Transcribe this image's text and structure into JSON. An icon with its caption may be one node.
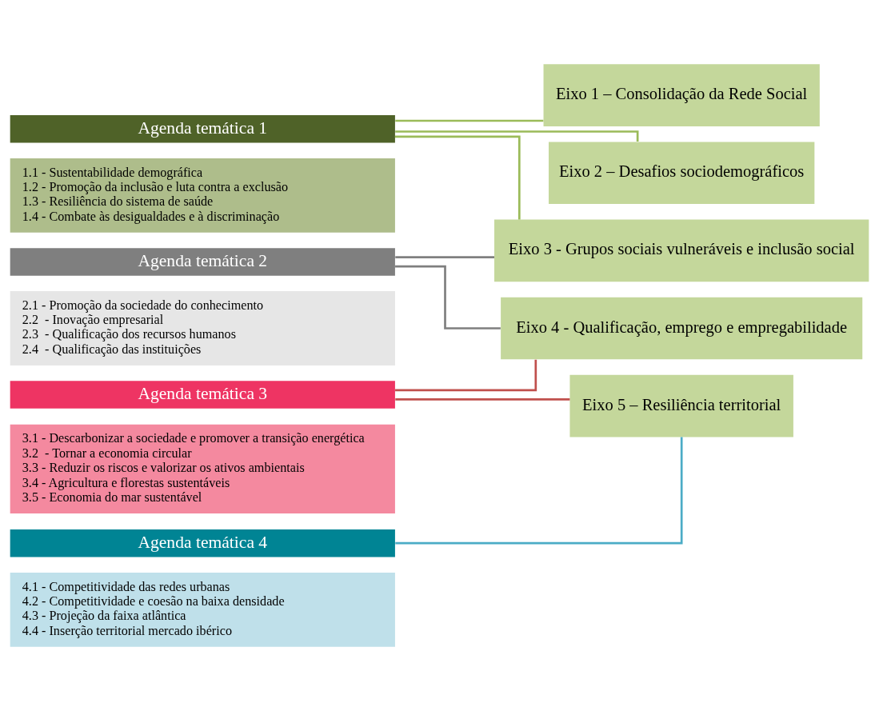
{
  "diagram": {
    "nodes": [
      {
        "text": [
          "Agenda temática 1"
        ]
      },
      {
        "text": [
          "1.1 - Sustentabilidade demográfica",
          "1.2 - Promoção da inclusão e luta contra a exclusão",
          "1.3 - Resiliência do sistema de saúde",
          "1.4 - Combate às desigualdades e à discriminação"
        ]
      },
      {
        "text": [
          "Agenda temática 2"
        ]
      },
      {
        "text": [
          "2.1 - Promoção da sociedade do conhecimento",
          "2.2  - Inovação empresarial",
          "2.3  - Qualificação dos recursos humanos",
          "2.4  - Qualificação das instituições"
        ]
      },
      {
        "text": [
          "Agenda temática 3"
        ]
      },
      {
        "text": [
          "3.1 - Descarbonizar a sociedade e promover a transição energética",
          "3.2  - Tornar a economia circular",
          "3.3 - Reduzir os riscos e valorizar os ativos ambientais",
          "3.4 - Agricultura e florestas sustentáveis",
          "3.5 - Economia do mar sustentável"
        ]
      },
      {
        "text": [
          "Agenda temática 4"
        ]
      },
      {
        "text": [
          "4.1 - Competitividade das redes urbanas",
          "4.2 - Competitividade e coesão na baixa densidade",
          "4.3 - Projeção da faixa atlântica",
          "4.4 - Inserção territorial mercado ibérico"
        ]
      },
      {
        "text": [
          "Eixo 1 – Consolidação da Rede Social"
        ]
      },
      {
        "text": [
          "Eixo 2 – Desafios sociodemográficos"
        ]
      },
      {
        "text": [
          "Eixo 3 - Grupos sociais vulneráveis e inclusão social"
        ]
      },
      {
        "text": [
          "Eixo 4 - Qualificação, emprego e empregabilidade"
        ]
      },
      {
        "text": [
          "Eixo 5 – Resiliência territorial"
        ]
      }
    ],
    "edges": [
      {
        "from": 0,
        "to": 8,
        "arrow": "none"
      },
      {
        "from": 0,
        "to": 9,
        "arrow": "none"
      },
      {
        "from": 0,
        "to": 10,
        "arrow": "none"
      },
      {
        "from": 2,
        "to": 10,
        "arrow": "none",
        "color": "#7f7f7f"
      },
      {
        "from": 2,
        "to": 11,
        "arrow": "none",
        "color": "#7f7f7f"
      },
      {
        "from": 4,
        "to": 11,
        "arrow": "none",
        "color": "#c0504d"
      },
      {
        "from": 4,
        "to": 12,
        "arrow": "none",
        "color": "#c0504d"
      },
      {
        "from": 6,
        "to": 12,
        "arrow": "none",
        "color": "#4bacc6"
      }
    ]
  }
}
